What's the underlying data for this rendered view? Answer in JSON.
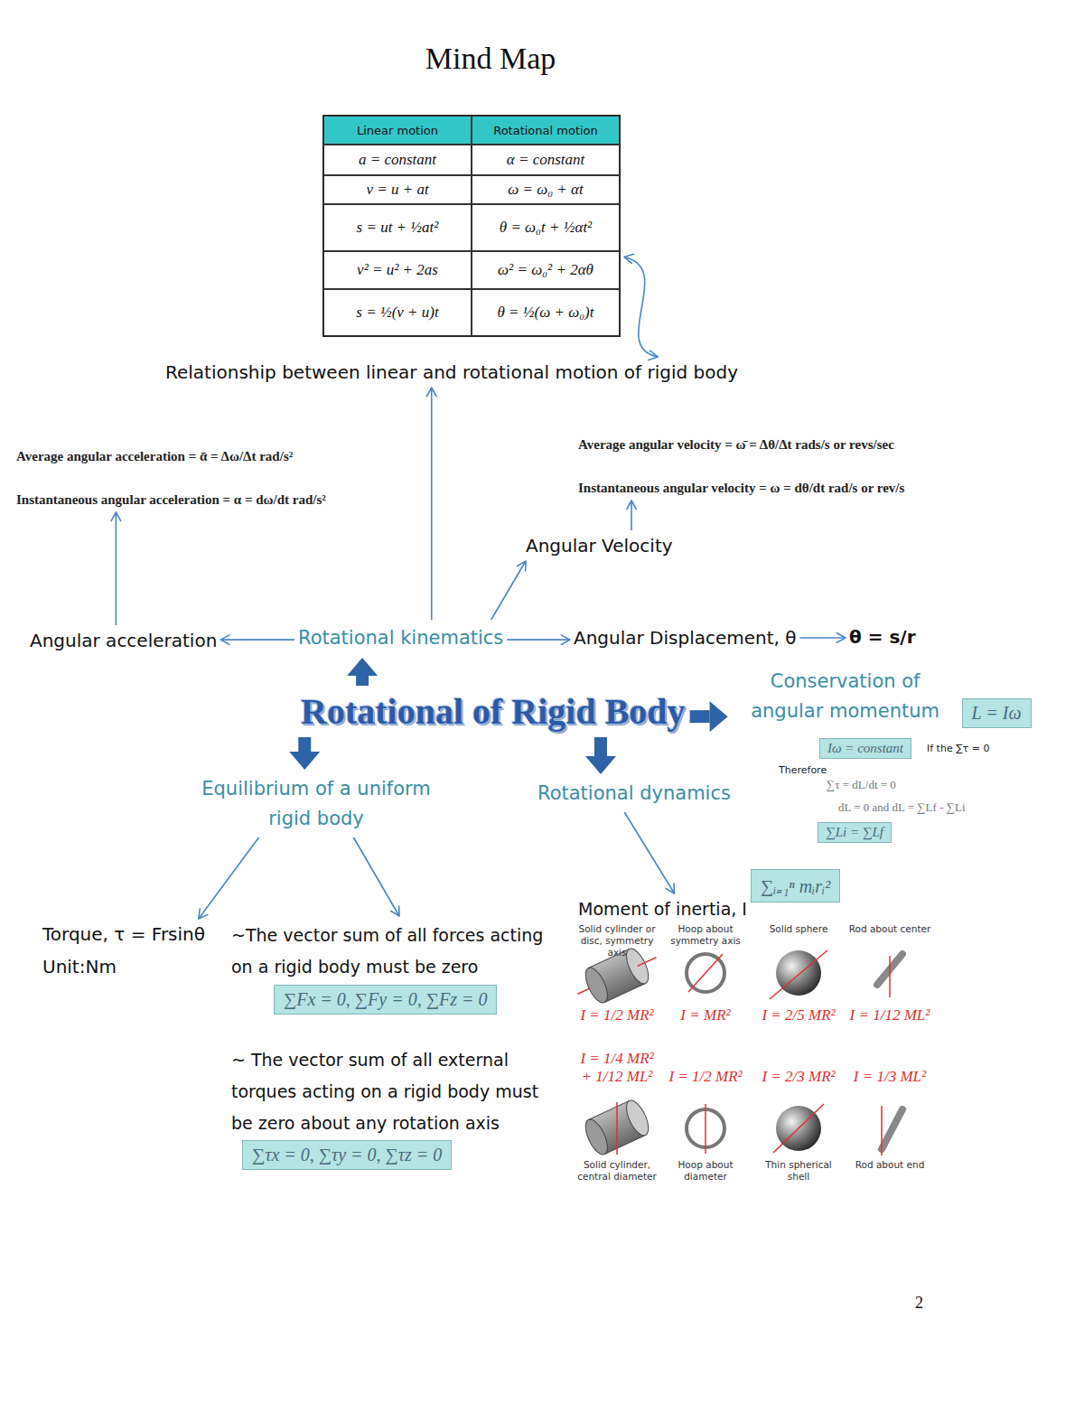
{
  "diagram": {
    "title": "Mind Map",
    "nodes": [
      {
        "text": [
          "Rotational of Rigid Body"
        ]
      },
      {
        "text": [
          "Rotational kinematics"
        ]
      },
      {
        "text": [
          "Angular acceleration"
        ]
      },
      {
        "text": [
          "Average angular acceleration = ᾱ = Δω/Δt rad/s²",
          "Instantaneous angular acceleration = α = dω/dt rad/s²"
        ]
      },
      {
        "text": [
          "Angular Displacement, θ"
        ]
      },
      {
        "text": [
          "θ = s/r"
        ]
      },
      {
        "text": [
          "Angular Velocity"
        ]
      },
      {
        "text": [
          "Average angular velocity = ω̄ = Δθ/Δt rads/s or revs/sec",
          "Instantaneous angular velocity = ω = dθ/dt rad/s or rev/s"
        ]
      },
      {
        "text": [
          "Relationship between linear and rotational motion of rigid body"
        ]
      },
      {
        "text": [
          "Linear motion",
          "Rotational motion",
          "a = constant",
          "α = constant",
          "v = u + at",
          "ω = ω₀ + αt",
          "s = ut + ½at²",
          "θ = ω₀t + ½αt²",
          "v² = u² + 2as",
          "ω² = ω₀² + 2αθ",
          "s = ½(v + u)t",
          "θ = ½(ω + ω₀)t"
        ]
      },
      {
        "text": [
          "Conservation of angular momentum"
        ]
      },
      {
        "text": [
          "L = Iω"
        ]
      },
      {
        "text": [
          "Iω = constant"
        ]
      },
      {
        "text": [
          "∑Li = ∑Lf"
        ]
      },
      {
        "text": [
          "Equilibrium of a uniform rigid body"
        ]
      },
      {
        "text": [
          "Rotational dynamics"
        ]
      },
      {
        "text": [
          "Torque, τ = Frsinθ",
          "Unit:Nm"
        ]
      },
      {
        "text": [
          "~The vector sum of all forces acting on a rigid body must be zero"
        ]
      },
      {
        "text": [
          "∑Fx = 0, ∑Fy = 0, ∑Fz = 0"
        ]
      },
      {
        "text": [
          "~ The vector sum of all external torques acting on a rigid body must be zero about any rotation axis"
        ]
      },
      {
        "text": [
          "∑τx = 0, ∑τy = 0, ∑τz = 0"
        ]
      },
      {
        "text": [
          "Moment of inertia, I"
        ]
      },
      {
        "text": [
          "∑ᵢ₌₁ⁿ mᵢrᵢ²"
        ]
      }
    ],
    "edges": [
      {
        "from": 0,
        "to": 1,
        "arrow": "to"
      },
      {
        "from": 0,
        "to": 10,
        "arrow": "to"
      },
      {
        "from": 0,
        "to": 14,
        "arrow": "to"
      },
      {
        "from": 0,
        "to": 15,
        "arrow": "to"
      },
      {
        "from": 1,
        "to": 2,
        "arrow": "to"
      },
      {
        "from": 1,
        "to": 4,
        "arrow": "to"
      },
      {
        "from": 4,
        "to": 5,
        "arrow": "to"
      },
      {
        "from": 1,
        "to": 6,
        "arrow": "to"
      },
      {
        "from": 6,
        "to": 7,
        "arrow": "to"
      },
      {
        "from": 2,
        "to": 3,
        "arrow": "to"
      },
      {
        "from": 1,
        "to": 8,
        "arrow": "to"
      },
      {
        "from": 8,
        "to": 9,
        "arrow": "both"
      },
      {
        "from": 14,
        "to": 16,
        "arrow": "to"
      },
      {
        "from": 14,
        "to": 17,
        "arrow": "to"
      },
      {
        "from": 15,
        "to": 21,
        "arrow": "to"
      }
    ],
    "labels": [
      "If the ∑τ = 0",
      "Therefore",
      "∑τ = dL/dt = 0",
      "dL = 0 and dL = ∑Lf - ∑Li",
      "Solid cylinder or disc, symmetry axis",
      "Hoop about symmetry axis",
      "Solid sphere",
      "Rod about center",
      "I = 1/2 MR²",
      "I = MR²",
      "I = 2/5 MR²",
      "I = 1/12 ML²",
      "I = 1/4 MR² + 1/12 ML²",
      "I = 1/2 MR²",
      "I = 2/3 MR²",
      "I = 1/3 ML²",
      "Solid cylinder, central diameter",
      "Hoop about diameter",
      "Thin spherical shell",
      "Rod about end",
      "2"
    ]
  }
}
